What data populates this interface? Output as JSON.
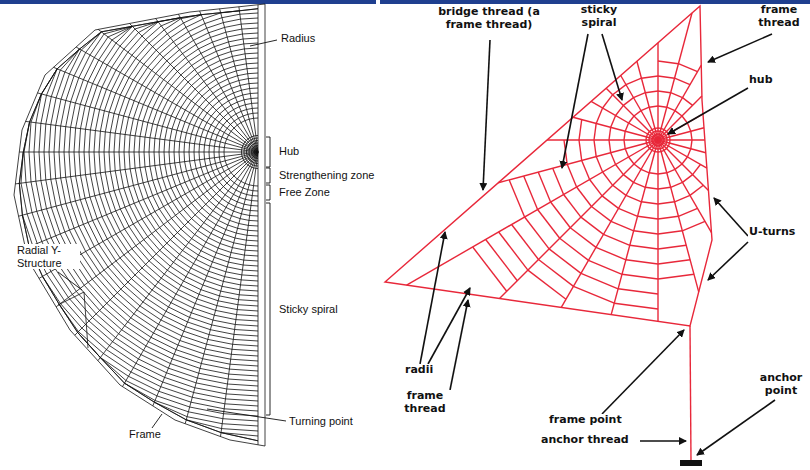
{
  "diagram": {
    "labels": [
      "Radius",
      "Hub",
      "Strengthening zone",
      "Free Zone",
      "Sticky spiral",
      "Radial Y- Structure",
      "Frame",
      "Turning point",
      "bridge thread (a frame thread)",
      "sticky spiral",
      "frame thread",
      "hub",
      "U-turns",
      "radii",
      "frame thread",
      "frame point",
      "anchor point",
      "anchor thread"
    ]
  }
}
